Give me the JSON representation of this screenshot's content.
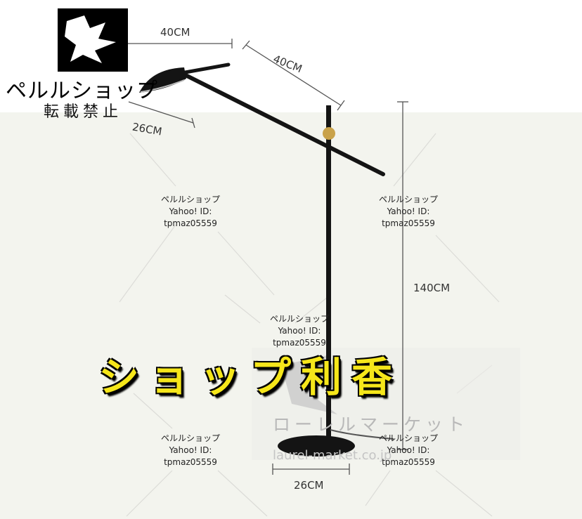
{
  "logo": {
    "shop_name": "ペルルショップ",
    "notice": "転載禁止"
  },
  "banner": {
    "text": "ショップ利香"
  },
  "dimensions": {
    "arm_front": "40CM",
    "arm_rear": "40CM",
    "shade_width": "26CM",
    "height": "140CM",
    "base_width": "26CM"
  },
  "watermarks": [
    {
      "shop": "ペルルショップ",
      "id_label": "Yahoo! ID:",
      "id": "tpmaz05559"
    },
    {
      "shop": "ペルルショップ",
      "id_label": "Yahoo! ID:",
      "id": "tpmaz05559"
    },
    {
      "shop": "ペルルショップ",
      "id_label": "Yahoo! ID:",
      "id": "tpmaz05559"
    },
    {
      "shop": "ペルルショップ",
      "id_label": "Yahoo! ID:",
      "id": "tpmaz05559"
    },
    {
      "shop": "ペルルショップ",
      "id_label": "Yahoo! ID:",
      "id": "tpmaz05559"
    }
  ],
  "faint_watermark": {
    "name": "ローレルマーケット",
    "url": "laurel-market.co.jp"
  },
  "colors": {
    "background_panel": "#f3f4ee",
    "lamp_black": "#141414",
    "brass_joint": "#c9a24a",
    "banner_yellow": "#f5e61a"
  }
}
